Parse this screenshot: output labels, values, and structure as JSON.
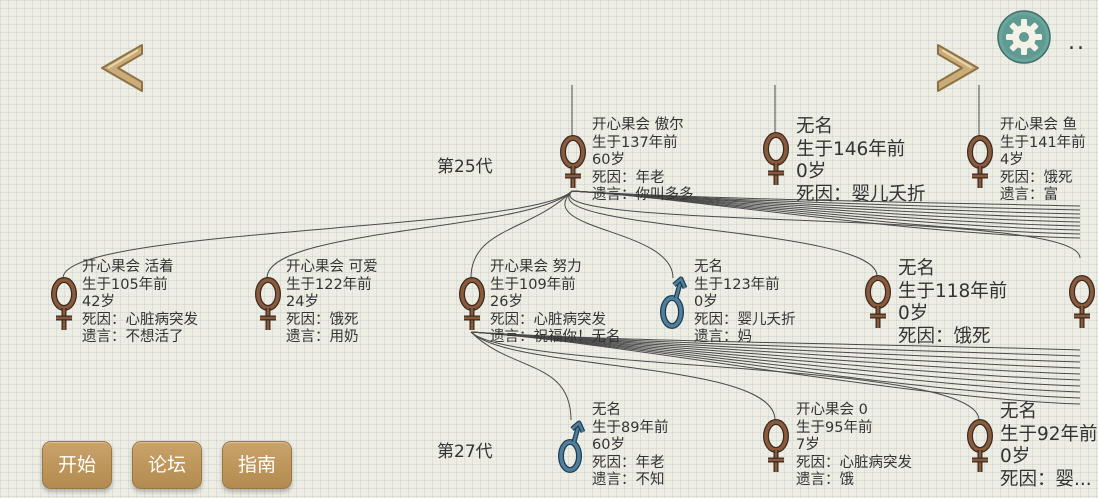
{
  "generations": [
    {
      "label": "第25代"
    },
    {
      "label": "第27代"
    }
  ],
  "people": [
    {
      "sex": "female",
      "lines": [
        "开心果会 傲尔",
        "生于137年前",
        "60岁",
        "死因：年老",
        "遗言：你叫多多"
      ]
    },
    {
      "sex": "female",
      "lines": [
        "无名",
        "生于146年前",
        "0岁",
        "死因：婴儿夭折"
      ]
    },
    {
      "sex": "female",
      "lines": [
        "开心果会 鱼",
        "生于141年前",
        "4岁",
        "死因：饿死",
        "遗言：富"
      ]
    },
    {
      "sex": "female",
      "lines": [
        "开心果会 活着",
        "生于105年前",
        "42岁",
        "死因：心脏病突发",
        "遗言：不想活了"
      ]
    },
    {
      "sex": "female",
      "lines": [
        "开心果会 可爱",
        "生于122年前",
        "24岁",
        "死因：饿死",
        "遗言：用奶"
      ]
    },
    {
      "sex": "female",
      "lines": [
        "开心果会 努力",
        "生于109年前",
        "26岁",
        "死因：心脏病突发",
        "遗言：祝福你！无名"
      ]
    },
    {
      "sex": "male",
      "lines": [
        "无名",
        "生于123年前",
        "0岁",
        "死因：婴儿夭折",
        "遗言：妈"
      ]
    },
    {
      "sex": "female",
      "lines": [
        "无名",
        "生于118年前",
        "0岁",
        "死因：饿死"
      ]
    },
    {
      "sex": "female",
      "lines": []
    },
    {
      "sex": "male",
      "lines": [
        "无名",
        "生于89年前",
        "60岁",
        "死因：年老",
        "遗言：不知"
      ]
    },
    {
      "sex": "female",
      "lines": [
        "开心果会 0",
        "生于95年前",
        "7岁",
        "死因：心脏病突发",
        "遗言：饿"
      ]
    },
    {
      "sex": "female",
      "lines": [
        "无名",
        "生于92年前",
        "0岁",
        "死因：婴..."
      ]
    }
  ],
  "buttons": {
    "start": "开始",
    "forum": "论坛",
    "guide": "指南"
  },
  "top_right": {
    "more": "..",
    "settings_icon": "gear-icon"
  },
  "nav": {
    "prev_icon": "chevron-left-icon",
    "next_icon": "chevron-right-icon"
  },
  "colors": {
    "female": "#8a5a3c",
    "male": "#4f7f9a",
    "button": "#c09a62",
    "arrow": "#c9ac78",
    "gear": "#5f9a93"
  }
}
